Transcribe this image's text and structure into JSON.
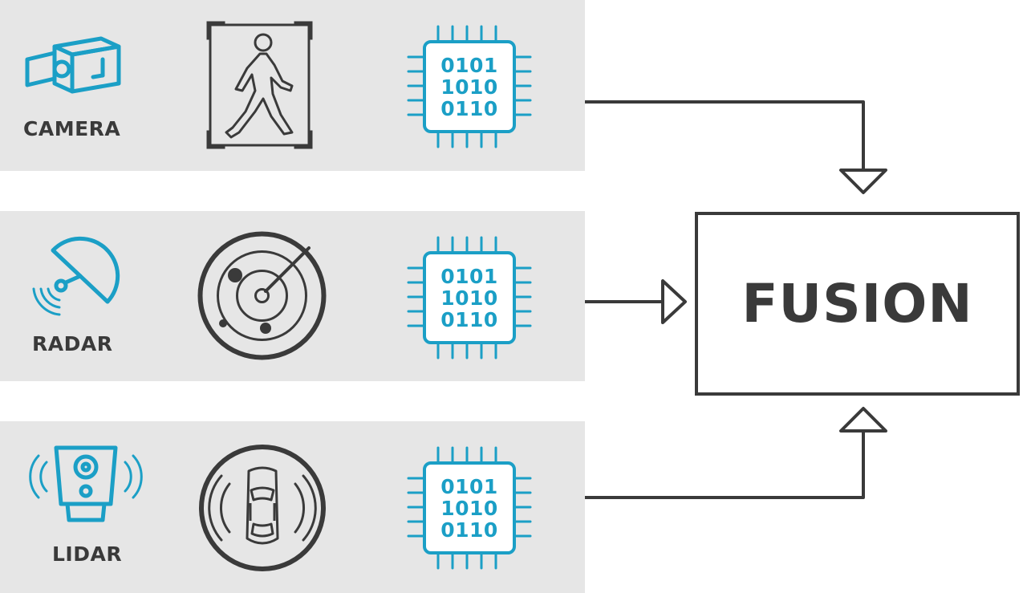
{
  "colors": {
    "accent": "#1b9fc6",
    "ink": "#3a3a3a",
    "band": "#e6e6e6"
  },
  "sensors": [
    {
      "label": "CAMERA",
      "icon": "camera-icon",
      "detection_icon": "pedestrian-icon",
      "processor_icon": "processor-chip-icon",
      "binary": [
        "0101",
        "1010",
        "0110"
      ]
    },
    {
      "label": "RADAR",
      "icon": "radar-dish-icon",
      "detection_icon": "radar-scope-icon",
      "processor_icon": "processor-chip-icon",
      "binary": [
        "0101",
        "1010",
        "0110"
      ]
    },
    {
      "label": "LIDAR",
      "icon": "lidar-sensor-icon",
      "detection_icon": "car-surround-icon",
      "processor_icon": "processor-chip-icon",
      "binary": [
        "0101",
        "1010",
        "0110"
      ]
    }
  ],
  "fusion": {
    "label": "FUSION"
  }
}
